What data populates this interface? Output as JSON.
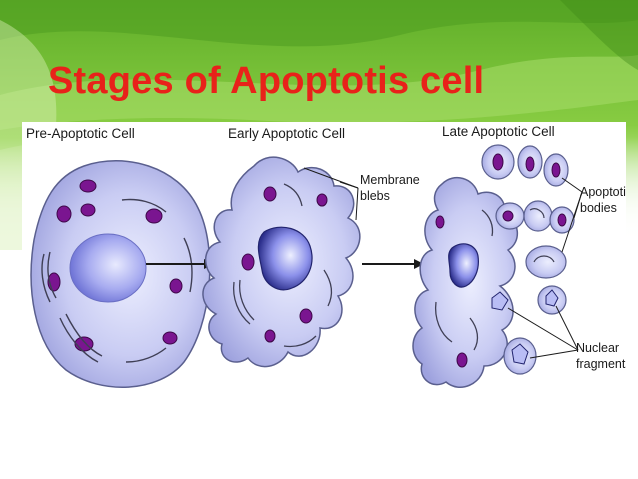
{
  "title": "Stages of Apoptotis cell",
  "stages": {
    "pre": "Pre-Apoptotic Cell",
    "early": "Early Apoptotic Cell",
    "late": "Late Apoptotic Cell"
  },
  "annotations": {
    "membrane_line1": "Membrane",
    "membrane_line2": "blebs",
    "apoptotic_line1": "Apoptotic",
    "apoptotic_line2": "bodies",
    "nuclear_line1": "Nuclear",
    "nuclear_line2": "fragments"
  },
  "colors": {
    "title": "#e8221a",
    "cell_fill": "#c6c9f2",
    "cell_outline": "#5a5f8e",
    "nucleus": "#8f93e6",
    "mitochondria": "#7a1590",
    "background_green": "#7cc43a"
  }
}
